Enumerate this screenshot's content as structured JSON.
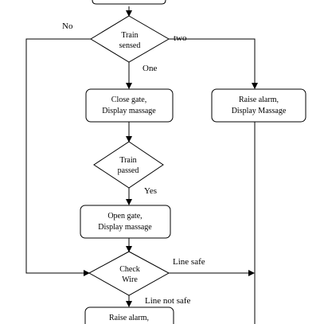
{
  "diagram": {
    "nodes": {
      "train_sensed": [
        "Train",
        "sensed"
      ],
      "close_gate": [
        "Close gate,",
        "Display massage"
      ],
      "raise_alarm_right": [
        "Raise alarm,",
        "Display Massage"
      ],
      "train_passed": [
        "Train",
        "passed"
      ],
      "open_gate": [
        "Open gate,",
        "Display massage"
      ],
      "check_wire": [
        "Check",
        "Wire"
      ],
      "raise_alarm_bottom": [
        "Raise alarm,"
      ]
    },
    "edge_labels": {
      "no": "No",
      "two": "two",
      "one": "One",
      "yes": "Yes",
      "line_safe": "Line safe",
      "line_not_safe": "Line not safe"
    }
  }
}
